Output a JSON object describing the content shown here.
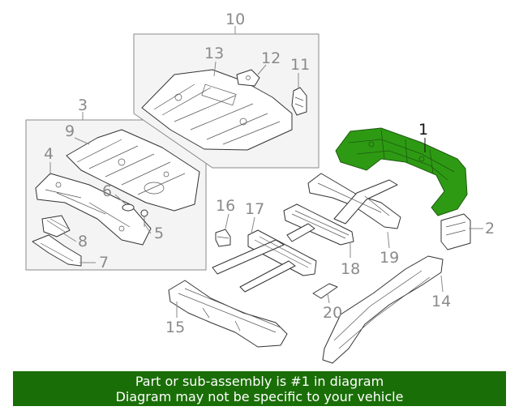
{
  "diagram": {
    "highlight_color": "#2e9a14",
    "callouts": {
      "c1": "1",
      "c2": "2",
      "c3": "3",
      "c4": "4",
      "c5": "5",
      "c6": "6",
      "c7": "7",
      "c8": "8",
      "c9": "9",
      "c10": "10",
      "c11": "11",
      "c12": "12",
      "c13": "13",
      "c14": "14",
      "c15": "15",
      "c16": "16",
      "c17": "17",
      "c18": "18",
      "c19": "19",
      "c20": "20"
    }
  },
  "banner": {
    "background": "#1a6e07",
    "line1": "Part or sub-assembly is #1 in diagram",
    "line2": "Diagram may not be specific to your vehicle"
  }
}
